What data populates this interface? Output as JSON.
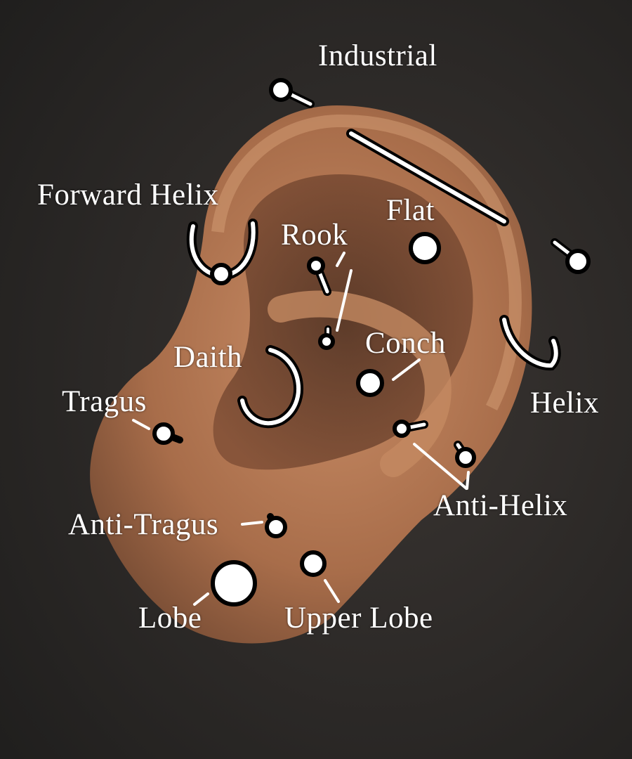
{
  "labels": {
    "industrial": "Industrial",
    "forward_helix": "Forward Helix",
    "flat": "Flat",
    "rook": "Rook",
    "daith": "Daith",
    "conch": "Conch",
    "tragus": "Tragus",
    "helix": "Helix",
    "anti_helix": "Anti-Helix",
    "anti_tragus": "Anti-Tragus",
    "lobe": "Lobe",
    "upper_lobe": "Upper Lobe"
  },
  "colors": {
    "background": "#2b2927",
    "skin": "#b07652",
    "jewelry_fill": "#ffffff",
    "jewelry_outline": "#000000",
    "label": "#ffffff"
  }
}
